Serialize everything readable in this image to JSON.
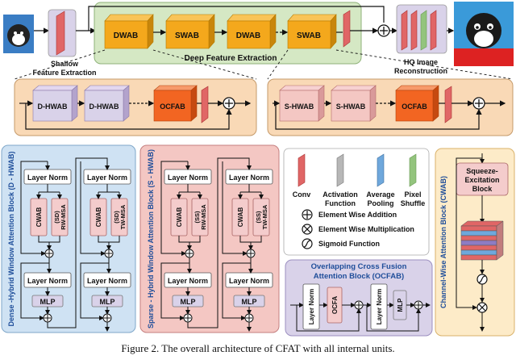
{
  "top": {
    "block_labels": [
      "DWAB",
      "SWAB",
      "DWAB",
      "SWAB"
    ],
    "deep_feature_label": "Deep Feature Extraction",
    "shallow_label_1": "Shallow",
    "shallow_label_2": "Feature Extraction",
    "hq_label_1": "HQ Image",
    "hq_label_2": "Reconstruction"
  },
  "dwab_detail": {
    "blocks": [
      "D-HWAB",
      "D-HWAB"
    ],
    "ocfab": "OCFAB"
  },
  "swab_detail": {
    "blocks": [
      "S-HWAB",
      "S-HWAB"
    ],
    "ocfab": "OCFAB"
  },
  "dhwab": {
    "side_title": "Dense -Hybrid Window Attention Block (D - HWAB)",
    "layer_norm": "Layer Norm",
    "cwab": "CWAB",
    "msa_1": "(SD)",
    "msa_2": "RW-MSA",
    "msa_b1": "(SD)",
    "msa_b2": "TW-MSA",
    "mlp": "MLP"
  },
  "shwab": {
    "side_title": "Sparse - Hybrid Window Attention Block (S - HWAB)",
    "layer_norm": "Layer Norm",
    "cwab": "CWAB",
    "msa_1": "(SS)",
    "msa_2": "RW-MSA",
    "msa_b1": "(SS)",
    "msa_b2": "TW-MSA",
    "mlp": "MLP"
  },
  "legend": {
    "conv": "Conv",
    "activation_1": "Activation",
    "activation_2": "Function",
    "avgpool_1": "Average",
    "avgpool_2": "Pooling",
    "pixel_1": "Pixel",
    "pixel_2": "Shuffle",
    "add": "Element Wise Addition",
    "mul": "Element Wise Multiplication",
    "sigmoid": "Sigmoid Function"
  },
  "ocfab_detail": {
    "title_1": "Overlapping Cross Fusion",
    "title_2": "Attention Block (OCFAB)",
    "layer_norm": "Layer Norm",
    "ocfa": "OCFA",
    "mlp": "MLP"
  },
  "cwab_detail": {
    "side_title": "Channel-Wise Attention Block (CWAB)",
    "squeeze_1": "Squeeze-",
    "squeeze_2": "Excitation",
    "squeeze_3": "Block"
  },
  "caption": "Figure 2. The overall architecture of CFAT with all internal units.",
  "colors": {
    "orange_block": "#f4a81c",
    "ocfab_orange": "#f26522",
    "green_panel": "#d5e8c4",
    "peach_panel": "#f9d9b6",
    "blue_panel": "#cfe2f3",
    "pink_panel": "#f4c7c3",
    "lavender_panel": "#d9d2e9",
    "yellow_panel": "#fdebc8",
    "conv_red": "#e06666",
    "activation_gray": "#b7b7b7",
    "pool_blue": "#6fa8dc",
    "shuffle_green": "#93c47d"
  }
}
